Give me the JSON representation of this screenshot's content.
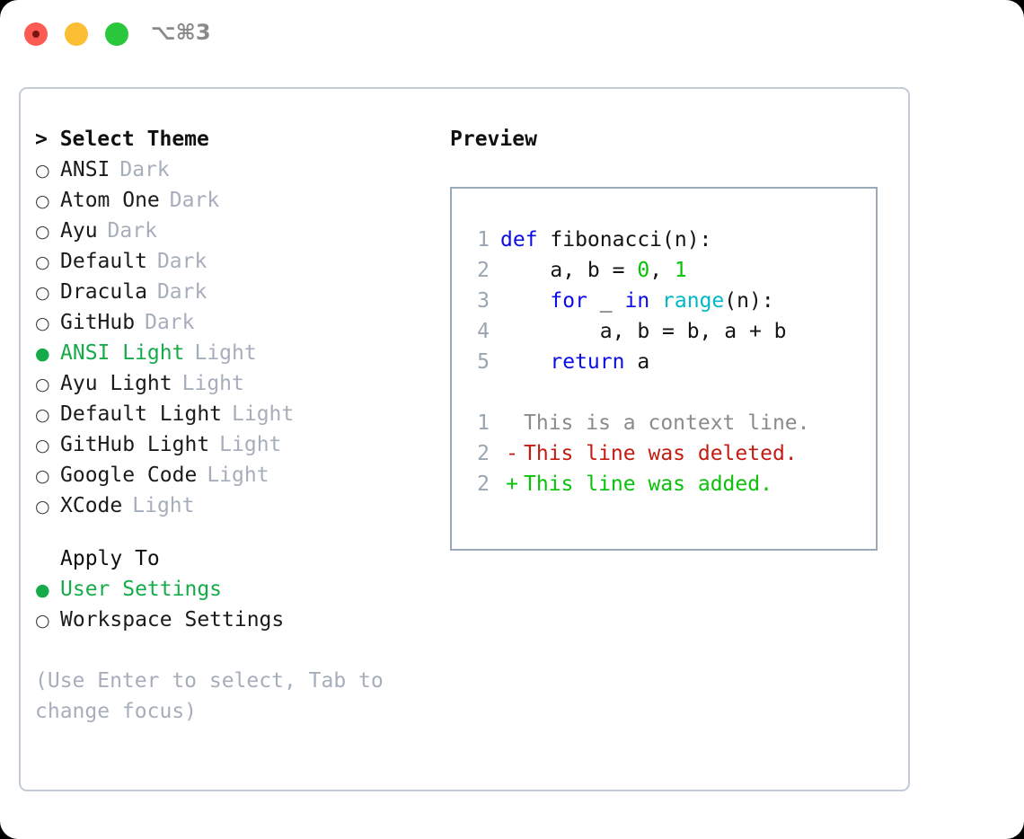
{
  "window": {
    "shortcut_label": "⌥⌘3",
    "traffic_lights": [
      "close",
      "minimize",
      "zoom"
    ]
  },
  "theme_selector": {
    "header": "> Select Theme",
    "options": [
      {
        "marker": "○",
        "name": "ANSI",
        "tag": "Dark",
        "selected": false
      },
      {
        "marker": "○",
        "name": "Atom One",
        "tag": "Dark",
        "selected": false
      },
      {
        "marker": "○",
        "name": "Ayu",
        "tag": "Dark",
        "selected": false
      },
      {
        "marker": "○",
        "name": "Default",
        "tag": "Dark",
        "selected": false
      },
      {
        "marker": "○",
        "name": "Dracula",
        "tag": "Dark",
        "selected": false
      },
      {
        "marker": "○",
        "name": "GitHub",
        "tag": "Dark",
        "selected": false
      },
      {
        "marker": "●",
        "name": "ANSI Light",
        "tag": "Light",
        "selected": true
      },
      {
        "marker": "○",
        "name": "Ayu Light",
        "tag": "Light",
        "selected": false
      },
      {
        "marker": "○",
        "name": "Default Light",
        "tag": "Light",
        "selected": false
      },
      {
        "marker": "○",
        "name": "GitHub Light",
        "tag": "Light",
        "selected": false
      },
      {
        "marker": "○",
        "name": "Google Code",
        "tag": "Light",
        "selected": false
      },
      {
        "marker": "○",
        "name": "XCode",
        "tag": "Light",
        "selected": false
      }
    ]
  },
  "apply_to": {
    "header": "Apply To",
    "options": [
      {
        "marker": "●",
        "name": "User Settings",
        "selected": true
      },
      {
        "marker": "○",
        "name": "Workspace Settings",
        "selected": false
      }
    ]
  },
  "hint": "(Use Enter to select, Tab to change focus)",
  "preview": {
    "title": "Preview",
    "code_lines": [
      {
        "no": "1",
        "tokens": [
          {
            "t": "def",
            "c": "kw"
          },
          {
            "t": " fibonacci(n):",
            "c": "plain"
          }
        ]
      },
      {
        "no": "2",
        "tokens": [
          {
            "t": "    a, b = ",
            "c": "plain"
          },
          {
            "t": "0",
            "c": "num"
          },
          {
            "t": ", ",
            "c": "plain"
          },
          {
            "t": "1",
            "c": "num"
          }
        ]
      },
      {
        "no": "3",
        "tokens": [
          {
            "t": "    ",
            "c": "plain"
          },
          {
            "t": "for",
            "c": "kw"
          },
          {
            "t": " _ ",
            "c": "plain"
          },
          {
            "t": "in",
            "c": "kw"
          },
          {
            "t": " ",
            "c": "plain"
          },
          {
            "t": "range",
            "c": "fn"
          },
          {
            "t": "(n):",
            "c": "plain"
          }
        ]
      },
      {
        "no": "4",
        "tokens": [
          {
            "t": "        a, b = b, a + b",
            "c": "plain"
          }
        ]
      },
      {
        "no": "5",
        "tokens": [
          {
            "t": "    ",
            "c": "plain"
          },
          {
            "t": "return",
            "c": "kw"
          },
          {
            "t": " a",
            "c": "plain"
          }
        ]
      }
    ],
    "diff_lines": [
      {
        "no": "1",
        "sign": " ",
        "text": "This is a context line.",
        "kind": "ctx"
      },
      {
        "no": "2",
        "sign": "-",
        "text": "This line was deleted.",
        "kind": "del"
      },
      {
        "no": "2",
        "sign": "+",
        "text": "This line was added.",
        "kind": "add"
      }
    ]
  },
  "colors": {
    "accent_green": "#16ab4a",
    "muted": "#a7aebb",
    "keyword": "#0c0ce8",
    "function": "#00b9c7",
    "number": "#04c404",
    "diff_delete": "#c41b12",
    "diff_add": "#09c209",
    "panel_border": "#9aaabb"
  }
}
